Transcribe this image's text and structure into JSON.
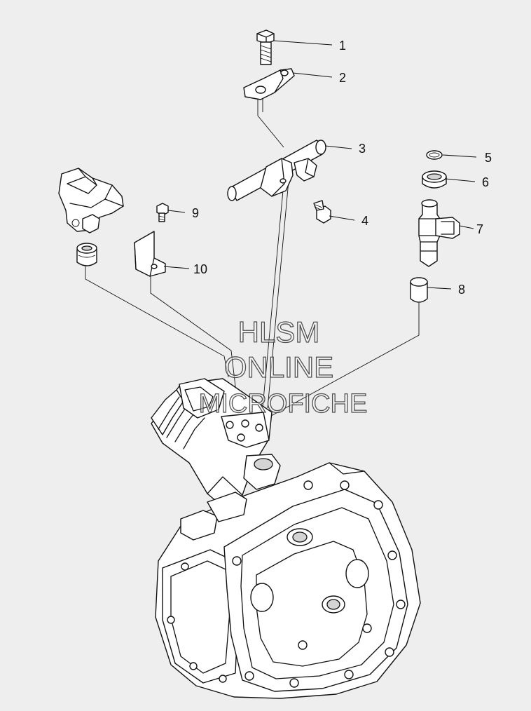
{
  "watermark": {
    "line1": "HLSM",
    "line2": "ONLINE",
    "line3": "MICROFICHE"
  },
  "callouts": [
    "1",
    "2",
    "3",
    "4",
    "5",
    "6",
    "7",
    "8",
    "9",
    "10"
  ]
}
